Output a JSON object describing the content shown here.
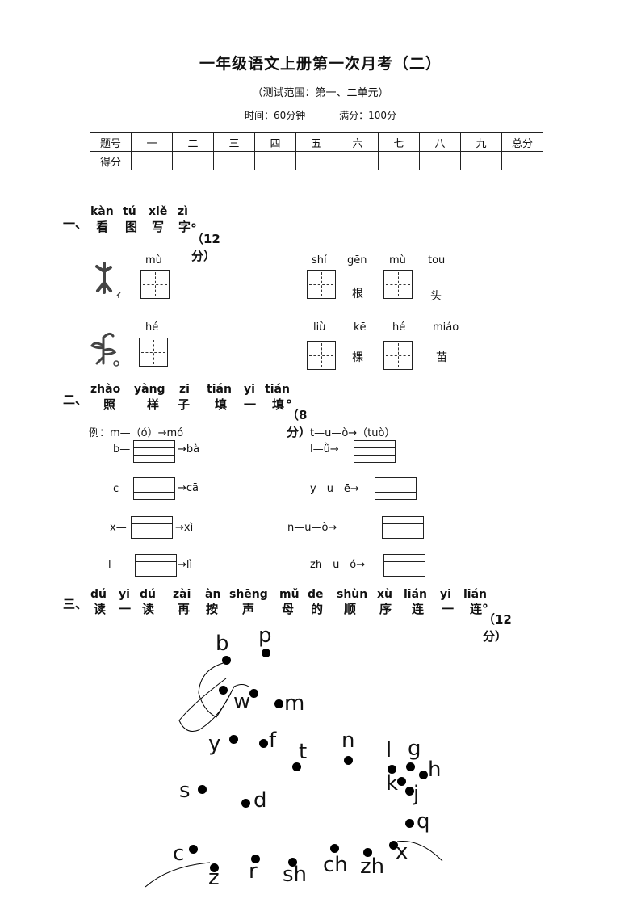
{
  "header": {
    "title": "一年级语文上册第一次月考（二）",
    "subtitle": "（测试范围：第一、二单元）",
    "time": "时间：60分钟",
    "full": "满分：100分"
  },
  "score_table": {
    "row1": [
      "题号",
      "一",
      "二",
      "三",
      "四",
      "五",
      "六",
      "七",
      "八",
      "九",
      "总分"
    ],
    "row2": [
      "得分",
      "",
      "",
      "",
      "",
      "",
      "",
      "",
      "",
      "",
      ""
    ]
  },
  "section1": {
    "prefix": "一、",
    "pinyin": [
      "kàn",
      "tú",
      "xiě",
      "zì"
    ],
    "hanzi": [
      "看",
      "图",
      "写",
      "字"
    ],
    "suffix": "。（12分）",
    "items": {
      "mu": "mù",
      "he": "hé",
      "shi": "shí",
      "gen": "gēn",
      "mu2": "mù",
      "tou": "tou",
      "gen_char": "根",
      "tou_char": "头",
      "liu": "liù",
      "ke": "kē",
      "he2": "hé",
      "miao": "miáo",
      "ke_char": "棵",
      "miao_char": "苗"
    }
  },
  "section2": {
    "prefix": "二、",
    "pinyin": [
      "zhào",
      "yàng",
      "zi",
      "tián",
      "yi",
      "tián"
    ],
    "hanzi": [
      "照",
      "样",
      "子",
      "填",
      "一",
      "填"
    ],
    "suffix": "。（8分）",
    "example_left": "例：m—（ó）→mó",
    "example_right": "t—u—ò→（tuò）",
    "rows": [
      {
        "l": "b—",
        "r": "→bà"
      },
      {
        "l": "c—",
        "r": "→cā"
      },
      {
        "l": "x—",
        "r": "→xì"
      },
      {
        "l": "l —",
        "r": "→lì"
      }
    ],
    "right_rows": [
      "l—ǜ→",
      "y—u—ē→",
      "n—u—ò→",
      "zh—u—ó→"
    ]
  },
  "section3": {
    "prefix": "三、",
    "pinyin": [
      "dú",
      "yi",
      "dú",
      "zài",
      "àn",
      "shēng",
      "mǔ",
      "de",
      "shùn",
      "xù",
      "lián",
      "yi",
      "lián"
    ],
    "hanzi": [
      "读",
      "一",
      "读",
      "再",
      "按",
      "声",
      "母",
      "的",
      "顺",
      "序",
      "连",
      "一",
      "连"
    ],
    "suffix": "。（12分）",
    "letters": {
      "b": "b",
      "p": "p",
      "w": "w",
      "m": "m",
      "y": "y",
      "f": "f",
      "t": "t",
      "n": "n",
      "l": "l",
      "g": "g",
      "h": "h",
      "k": "k",
      "j": "j",
      "s": "s",
      "d": "d",
      "q": "q",
      "c": "c",
      "x": "x",
      "z": "z",
      "r": "r",
      "sh": "sh",
      "ch": "ch",
      "zh": "zh"
    }
  }
}
